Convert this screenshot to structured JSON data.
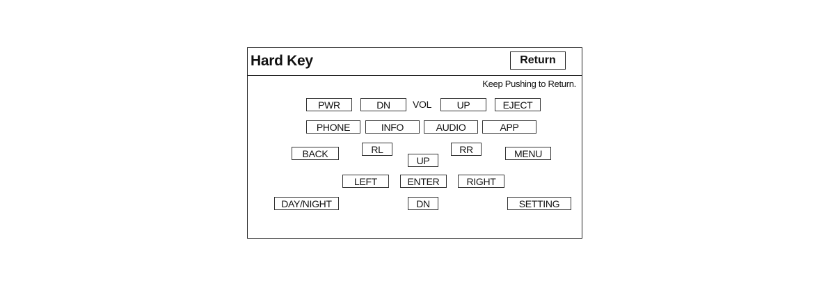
{
  "header": {
    "title": "Hard Key",
    "return_label": "Return"
  },
  "hint": "Keep Pushing to Return.",
  "vol_label": "VOL",
  "keys": {
    "pwr": "PWR",
    "vol_dn": "DN",
    "vol_up": "UP",
    "eject": "EJECT",
    "phone": "PHONE",
    "info": "INFO",
    "audio": "AUDIO",
    "app": "APP",
    "back": "BACK",
    "rl": "RL",
    "up": "UP",
    "rr": "RR",
    "menu": "MENU",
    "left": "LEFT",
    "enter": "ENTER",
    "right": "RIGHT",
    "day_night": "DAY/NIGHT",
    "dn": "DN",
    "setting": "SETTING"
  }
}
